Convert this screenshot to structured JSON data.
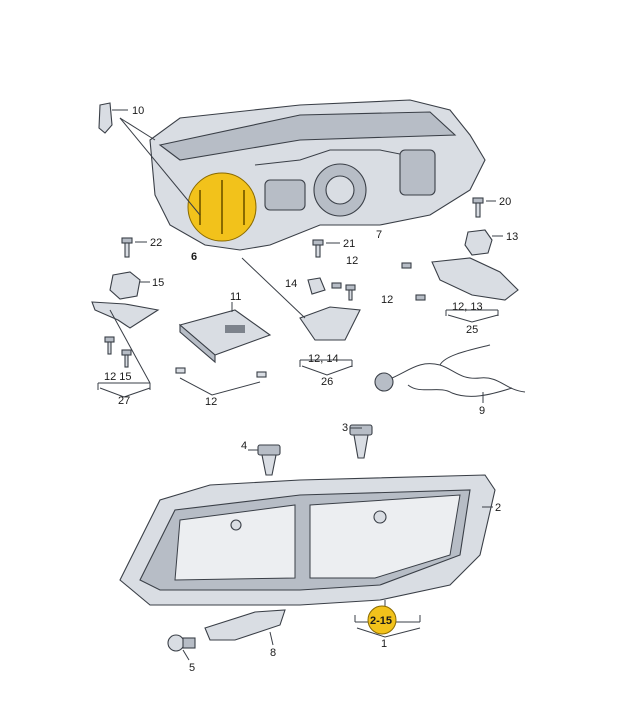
{
  "callouts": {
    "c10": "10",
    "c22": "22",
    "c15": "15",
    "c6": "6",
    "c11": "11",
    "c21": "21",
    "c7": "7",
    "c20": "20",
    "c13": "13",
    "c14": "14",
    "c12a": "12",
    "c12b": "12",
    "c12c": "12",
    "c1213": "12, 13",
    "c25": "25",
    "c1215": "12 15",
    "c27": "27",
    "c1214": "12, 14",
    "c26": "26",
    "c9": "9",
    "c4": "4",
    "c3": "3",
    "c2": "2",
    "c215": "2-15",
    "c1": "1",
    "c5": "5",
    "c8": "8"
  },
  "colors": {
    "highlight": "#f2c21b",
    "outline": "#3a3f47",
    "fill": "#d9dde3"
  }
}
